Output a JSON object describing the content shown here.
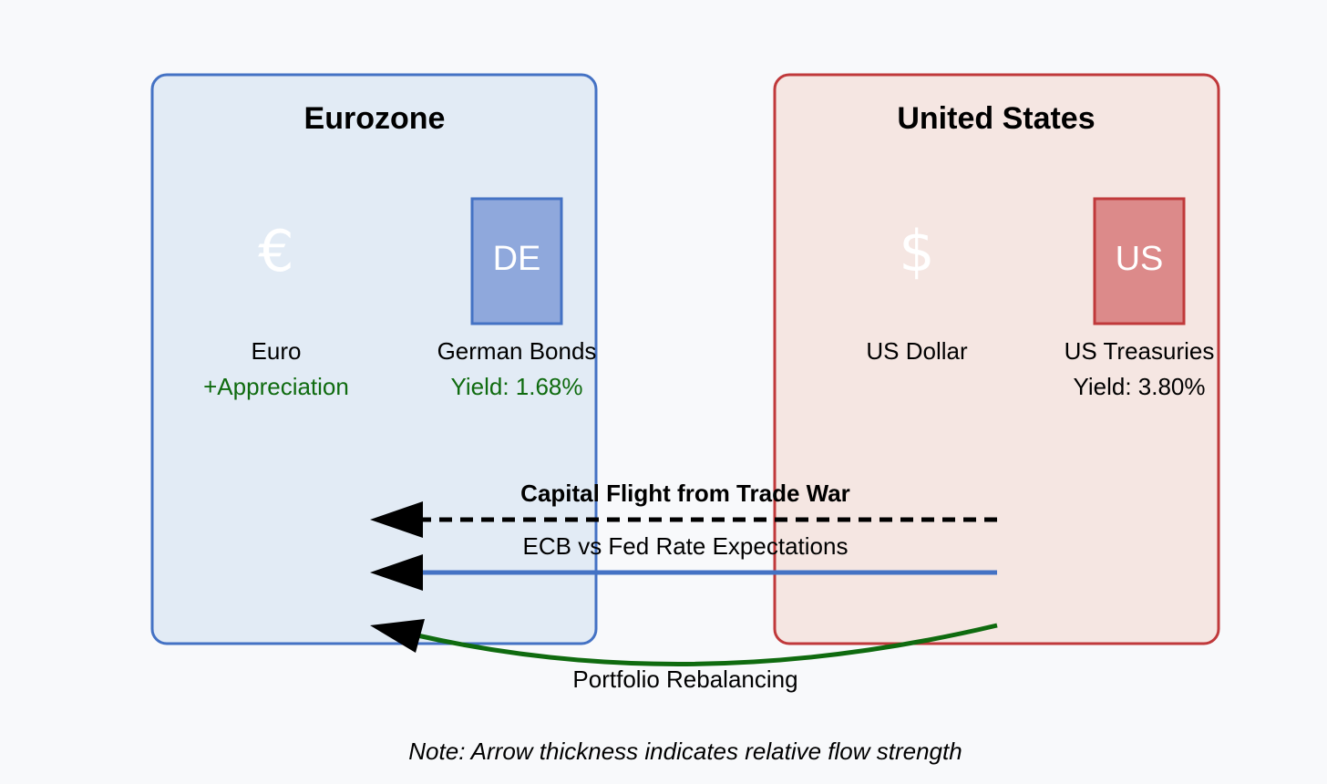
{
  "colors": {
    "background": "#f8f9fb",
    "eurozone_fill": "#e2ebf5",
    "eurozone_stroke": "#4472c4",
    "us_fill": "#f5e6e2",
    "us_stroke": "#c0393b",
    "de_box_fill": "#8fa8dc",
    "us_box_fill": "#dc8a8a",
    "positive_green": "#0f6b0f",
    "flow_black": "#000000",
    "flow_blue": "#4472c4",
    "flow_green": "#0f6b0f"
  },
  "eurozone": {
    "title": "Eurozone",
    "currency": {
      "icon": "euro-sign-icon",
      "glyph": "€",
      "name": "Euro",
      "status": "+Appreciation"
    },
    "bonds": {
      "flag_code": "DE",
      "name": "German Bonds",
      "yield_label": "Yield: 1.68%"
    }
  },
  "united_states": {
    "title": "United States",
    "currency": {
      "icon": "dollar-sign-icon",
      "glyph": "$",
      "name": "US Dollar"
    },
    "bonds": {
      "flag_code": "US",
      "name": "US Treasuries",
      "yield_label": "Yield: 3.80%"
    }
  },
  "flows": [
    {
      "id": "capital-flight",
      "label": "Capital Flight from Trade War",
      "style": "dashed",
      "color": "#000000",
      "from": "United States",
      "to": "Eurozone"
    },
    {
      "id": "rate-expectations",
      "label": "ECB vs Fed Rate Expectations",
      "style": "solid",
      "color": "#4472c4",
      "from": "United States",
      "to": "Eurozone"
    },
    {
      "id": "portfolio-rebalancing",
      "label": "Portfolio Rebalancing",
      "style": "curved",
      "color": "#0f6b0f",
      "from": "United States",
      "to": "Eurozone"
    }
  ],
  "note": "Note: Arrow thickness indicates relative flow strength"
}
